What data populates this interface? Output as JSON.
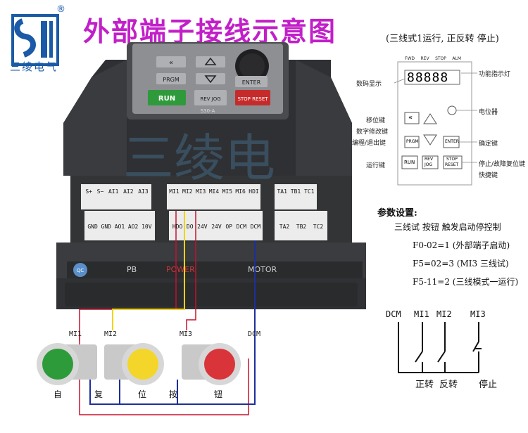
{
  "header": {
    "logo_caption": "三绫电气",
    "registered_mark": "®",
    "title": "外部端子接线示意图",
    "subtitle": "(三线式1运行, 正反转 停止)"
  },
  "device": {
    "keypad": {
      "prgm": "PRGM",
      "enter": "ENTER",
      "run": "RUN",
      "rev_jog": "REV JOG",
      "stop_reset": "STOP RESET",
      "model_tag": "S30-A"
    },
    "terminals_top_left": [
      "S+",
      "S−",
      "AI1",
      "AI2",
      "AI3"
    ],
    "terminals_top_mid": [
      "MI1",
      "MI2",
      "MI3",
      "MI4",
      "MI5",
      "MI6",
      "HDI"
    ],
    "terminals_top_right": [
      "TA1",
      "TB1",
      "TC1"
    ],
    "terminals_bottom_left": [
      "GND",
      "GND",
      "AO1",
      "AO2",
      "10V"
    ],
    "terminals_bottom_mid": [
      "HDO",
      "DO",
      "24V",
      "24V",
      "OP",
      "DCM",
      "DCM"
    ],
    "terminals_bottom_right": [
      "TA2",
      "TB2",
      "TC2"
    ],
    "power_label": "POWER",
    "motor_label": "MOTOR",
    "pb_label": "PB",
    "qc_label": "QC"
  },
  "panel": {
    "indicators": [
      "FWD",
      "REV",
      "STOP",
      "ALM"
    ],
    "display": "88888",
    "labels_left": [
      "数码显示",
      "移位键",
      "数字修改键",
      "编程/退出键",
      "运行键"
    ],
    "labels_right": [
      "功能指示灯",
      "电位器",
      "确定键",
      "停止/故障复位键",
      "快捷键"
    ],
    "keys": {
      "prgm": "PRGM",
      "enter": "ENTER",
      "run": "RUN",
      "rev": "REV",
      "jog": "JOG",
      "stop": "STOP",
      "reset": "RESET"
    }
  },
  "params": {
    "title": "参数设置:",
    "intro": "三线试 按钮 触发启动停控制",
    "lines": [
      "F0-02=1  (外部端子启动)",
      "F5=02=3  (MI3 三线试)",
      "F5-11=2   (三线模式一运行)"
    ]
  },
  "wiring": {
    "labels": [
      "MI1",
      "MI2",
      "MI3",
      "DCM"
    ],
    "button_chars": [
      "自",
      "复",
      "位",
      "按",
      "钮"
    ],
    "colors": {
      "red_wire": "#c8102e",
      "yellow_wire": "#f2d21a",
      "blue_wire": "#1c2f9b"
    }
  },
  "schematic": {
    "labels": [
      "DCM",
      "MI1",
      "MI2",
      "MI3"
    ],
    "captions": [
      "正转",
      "反转",
      "停止"
    ]
  },
  "watermark": "三绫电"
}
